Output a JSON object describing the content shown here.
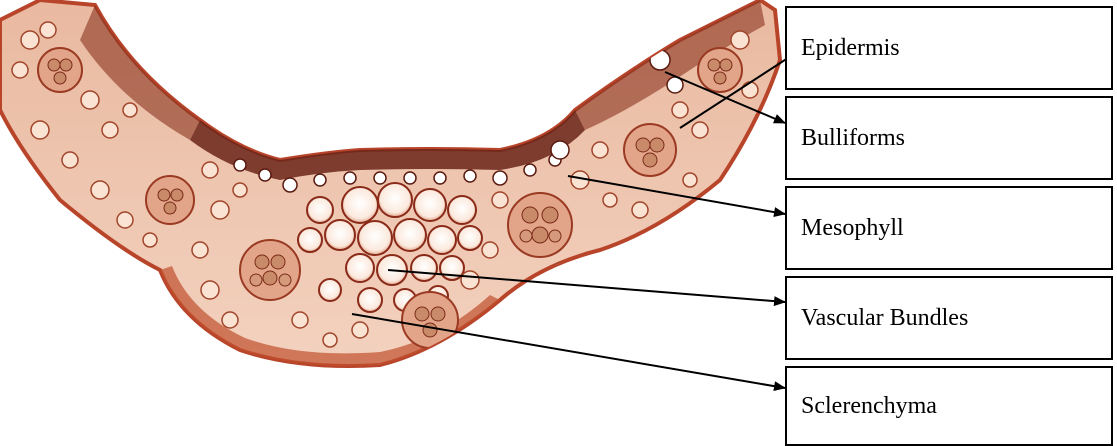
{
  "diagram": {
    "image": "plant leaf cross-section micrograph",
    "colors": {
      "tissue_outer": "#b8442a",
      "tissue_mid": "#dc9a7c",
      "tissue_light": "#f5d8c6",
      "cell_wall": "#8a2a18",
      "dark_band": "#4a1a12"
    },
    "labels": [
      {
        "id": "epidermis",
        "text": "Epidermis"
      },
      {
        "id": "bulliforms",
        "text": "Bulliforms"
      },
      {
        "id": "mesophyll",
        "text": "Mesophyll"
      },
      {
        "id": "vascular",
        "text": "Vascular Bundles"
      },
      {
        "id": "sclerenchyma",
        "text": "Sclerenchyma"
      }
    ]
  }
}
